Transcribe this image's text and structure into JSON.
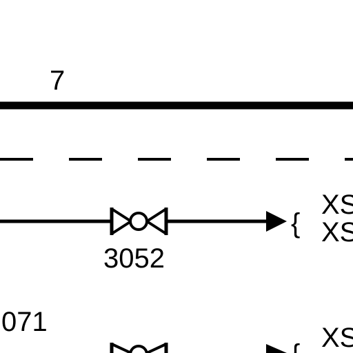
{
  "diagram": {
    "line_7_label": "7",
    "valve_3052_label": "3052",
    "label_071": "071",
    "xs_top_1": "XS",
    "xs_top_2": "XS",
    "xs_bottom_1": "XS"
  }
}
